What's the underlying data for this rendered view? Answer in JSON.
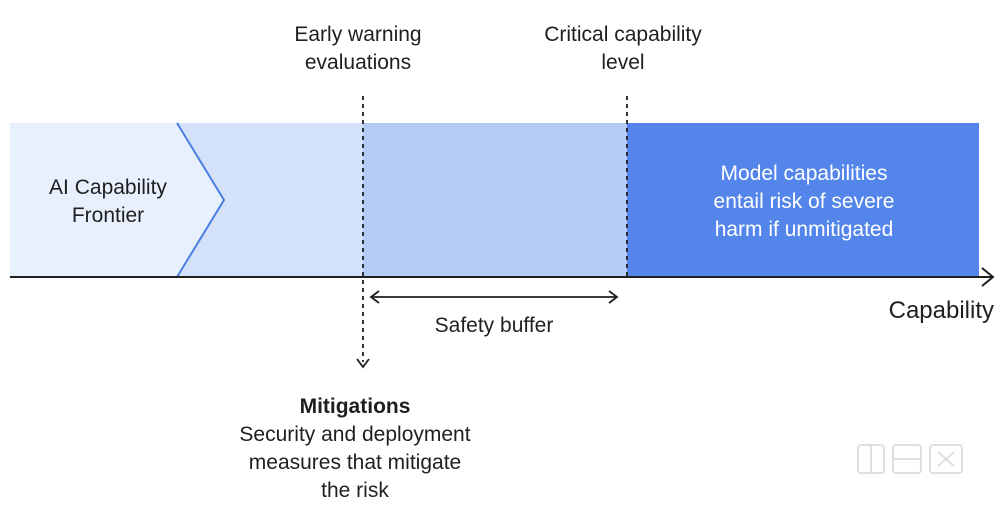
{
  "diagram": {
    "early_warning": {
      "line1": "Early warning",
      "line2": "evaluations"
    },
    "critical_level": {
      "line1": "Critical capability",
      "line2": "level"
    },
    "frontier": {
      "line1": "AI Capability",
      "line2": "Frontier"
    },
    "risk_zone": {
      "line1": "Model capabilities",
      "line2": "entail risk of severe",
      "line3": "harm if unmitigated"
    },
    "axis_label": "Capability",
    "safety_buffer": "Safety buffer",
    "mitigations": {
      "title": "Mitigations",
      "line1": "Security and deployment",
      "line2": "measures that mitigate",
      "line3": "the risk"
    },
    "colors": {
      "frontier_fill": "#e8f0fd",
      "frontier_edge": "#4a7fe0",
      "zone_light": "#d3e2fa",
      "zone_mid": "#b3cbf5",
      "zone_risk": "#5385ea",
      "axis": "#1f1f1f",
      "risk_text": "#ffffff"
    }
  }
}
